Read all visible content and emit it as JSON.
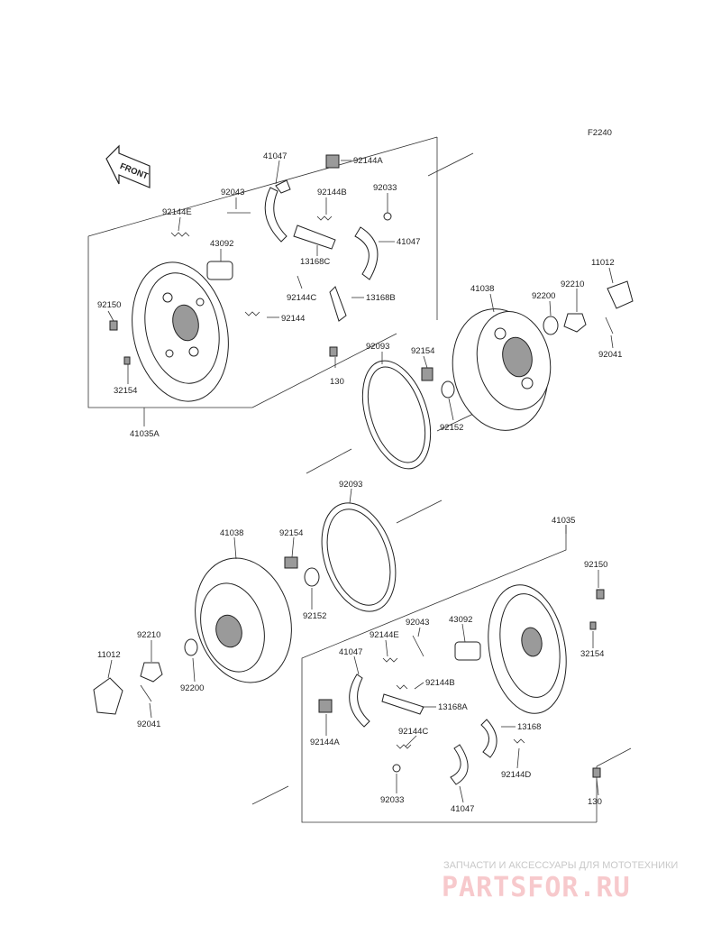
{
  "figure_code": "F2240",
  "front_label": "FRONT",
  "labels": {
    "t_41047a": "41047",
    "t_92144A": "92144A",
    "t_92043": "92043",
    "t_92144B": "92144B",
    "t_92033": "92033",
    "t_92144E": "92144E",
    "t_43092": "43092",
    "t_41047b": "41047",
    "t_13168C": "13168C",
    "t_92144C": "92144C",
    "t_13168B": "13168B",
    "t_92150": "92150",
    "t_92144": "92144",
    "t_32154": "32154",
    "t_130": "130",
    "t_41035A": "41035A",
    "t_41038": "41038",
    "t_92200": "92200",
    "t_92210": "92210",
    "t_11012": "11012",
    "t_92093": "92093",
    "t_92154": "92154",
    "t_92152": "92152",
    "t_92041": "92041",
    "b_92093": "92093",
    "b_41035": "41035",
    "b_41038": "41038",
    "b_92154": "92154",
    "b_92150": "92150",
    "b_92152": "92152",
    "b_92210": "92210",
    "b_92043": "92043",
    "b_43092": "43092",
    "b_92144E": "92144E",
    "b_32154": "32154",
    "b_11012": "11012",
    "b_92200": "92200",
    "b_41047a": "41047",
    "b_92144B": "92144B",
    "b_13168A": "13168A",
    "b_92144A": "92144A",
    "b_92041": "92041",
    "b_92144C": "92144C",
    "b_13168": "13168",
    "b_92144D": "92144D",
    "b_92033": "92033",
    "b_130": "130",
    "b_41047b": "41047"
  },
  "watermark": {
    "subtitle": "ЗАПЧАСТИ И АКСЕССУАРЫ ДЛЯ МОТОТЕХНИКИ",
    "brand": "PARTSFOR.RU"
  }
}
